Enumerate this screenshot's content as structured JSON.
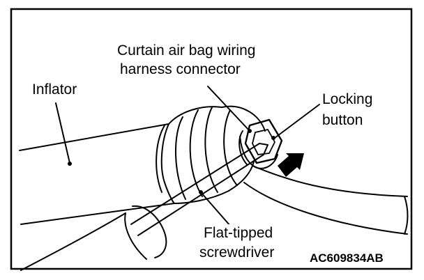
{
  "labels": {
    "connector_line1": "Curtain air bag wiring",
    "connector_line2": "harness connector",
    "inflator": "Inflator",
    "locking_line1": "Locking",
    "locking_line2": "button",
    "screwdriver_line1": "Flat-tipped",
    "screwdriver_line2": "screwdriver"
  },
  "figure_code": "AC609834AB"
}
